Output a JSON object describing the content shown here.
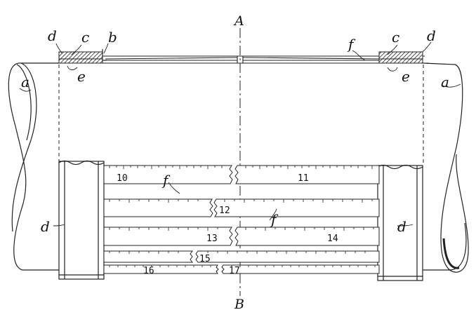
{
  "axis": {
    "top": "A",
    "bottom": "B"
  },
  "labels": {
    "a": "a",
    "b": "b",
    "c": "c",
    "d": "d",
    "e": "e",
    "f": "f"
  },
  "strips": [
    "10",
    "11",
    "12",
    "13",
    "14",
    "15",
    "16",
    "17"
  ]
}
